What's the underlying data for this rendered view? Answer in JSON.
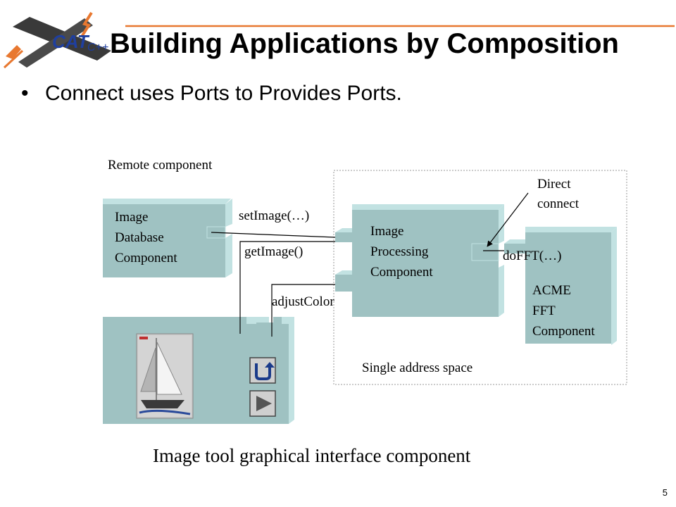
{
  "header": {
    "logo_text": "CAT",
    "logo_sub": "C++",
    "title": "Building Applications by Composition"
  },
  "bullet": {
    "text": "Connect uses Ports to Provides Ports."
  },
  "diagram": {
    "remote_label": "Remote component",
    "db_component": [
      "Image",
      "Database",
      "Component"
    ],
    "set_image": "setImage(…)",
    "get_image": "getImage()",
    "adjust_color": "adjustColor",
    "img_proc_component": [
      "Image",
      "Processing",
      "Component"
    ],
    "direct_connect": [
      "Direct",
      "connect"
    ],
    "do_fft": "doFFT(…)",
    "fft_component": [
      "ACME",
      "FFT",
      "Component"
    ],
    "single_space": "Single address space",
    "caption": "Image tool graphical interface component"
  },
  "footer": {
    "page_number": "5"
  },
  "colors": {
    "component_fill": "#9fc2c2",
    "component_side": "#c2e2e2",
    "orange_accent": "#e87830"
  }
}
